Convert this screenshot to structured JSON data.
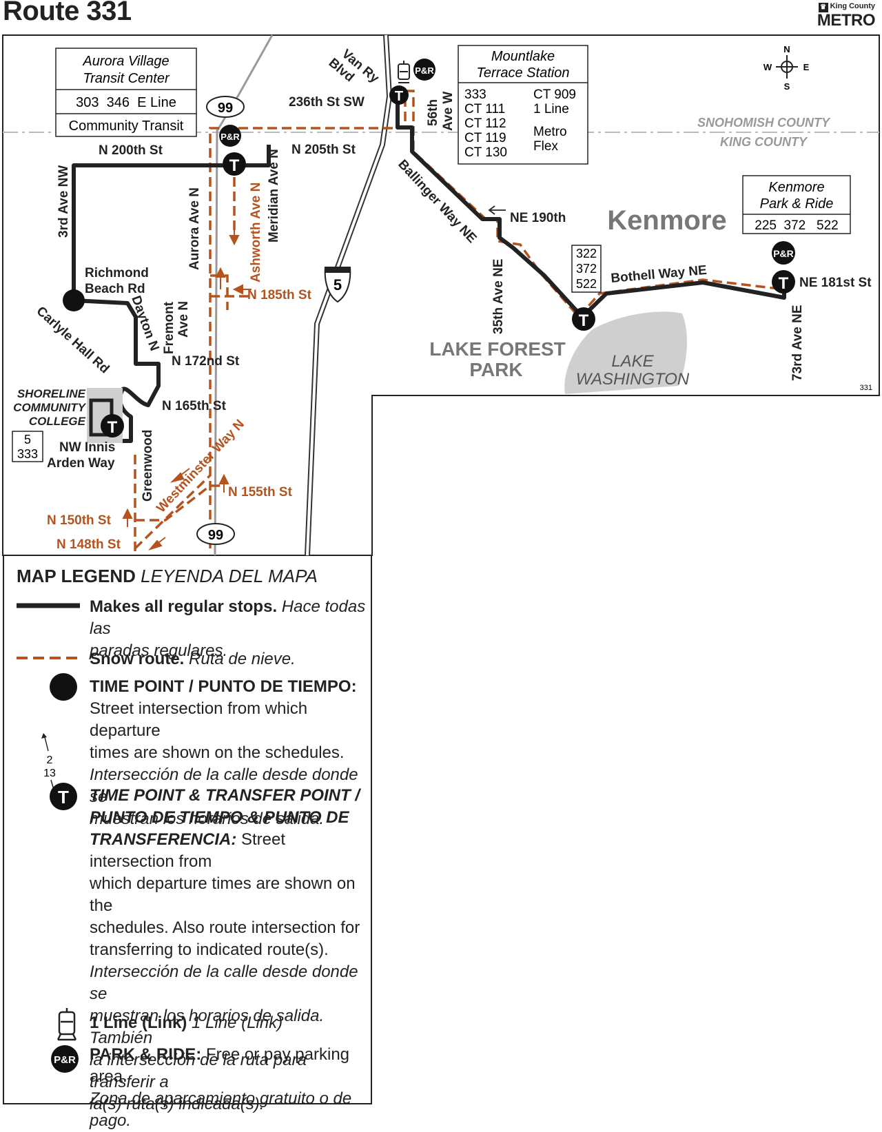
{
  "title": "Route 331",
  "logo": {
    "small": "King County",
    "big": "METRO"
  },
  "map_number": "331",
  "compass": {
    "n": "N",
    "s": "S",
    "e": "E",
    "w": "W"
  },
  "regions": {
    "snohomish": "SNOHOMISH COUNTY",
    "king": "KING COUNTY",
    "kenmore": "Kenmore",
    "lake_forest_park": [
      "LAKE FOREST",
      "PARK"
    ],
    "lake_washington": [
      "LAKE",
      "WASHINGTON"
    ]
  },
  "boxes": {
    "aurora": {
      "title": [
        "Aurora Village",
        "Transit Center"
      ],
      "routes": "303  346  E Line",
      "footer": "Community Transit"
    },
    "mountlake": {
      "title": [
        "Mountlake",
        "Terrace Station"
      ],
      "col1": [
        "333",
        "CT 111",
        "CT 112",
        "CT 119",
        "CT 130"
      ],
      "col2": [
        "CT 909",
        "1 Line",
        "",
        "Metro",
        "Flex"
      ]
    },
    "kenmore_pr": {
      "title": [
        "Kenmore",
        "Park & Ride"
      ],
      "routes": "225  372   522"
    },
    "bothell": [
      "322",
      "372",
      "522"
    ],
    "shoreline": [
      "5",
      "333"
    ]
  },
  "streets": {
    "n200": "N 200th St",
    "n205": "N 205th St",
    "s236": "236th St SW",
    "vanry": [
      "Van Ry",
      "Blvd"
    ],
    "ave56": [
      "56th",
      "Ave W"
    ],
    "third": "3rd Ave NW",
    "aurora": "Aurora Ave N",
    "ashworth": "Ashworth Ave N",
    "meridian": "Meridian Ave N",
    "n185": "N 185th St",
    "richmond": [
      "Richmond",
      "Beach Rd"
    ],
    "dayton": "Dayton N",
    "fremont": [
      "Fremont",
      "Ave N"
    ],
    "n172": "N 172nd St",
    "carlyle": "Carlyle Hall Rd",
    "n165": "N 165th St",
    "shoreline_cc": [
      "SHORELINE",
      "COMMUNITY",
      "COLLEGE"
    ],
    "innis": [
      "NW Innis",
      "Arden Way"
    ],
    "greenwood": "Greenwood",
    "westminster": "Westminster Way N",
    "n155": "N 155th St",
    "n150": "N 150th St",
    "n148": "N 148th St",
    "ballinger": "Ballinger Way NE",
    "ne190": "NE 190th",
    "ave35": "35th Ave NE",
    "bothell_way": "Bothell Way NE",
    "ne181": "NE 181st St",
    "ave73": "73rd Ave NE"
  },
  "shields": {
    "sr99_top": "99",
    "sr99_bottom": "99",
    "i5": "5"
  },
  "markers": {
    "transfer": "T",
    "pr": "P&R"
  },
  "colors": {
    "route": "#222222",
    "snow": "#b5531f",
    "lake": "#cccccc",
    "road": "#999999"
  },
  "legend": {
    "title": "MAP LEGEND",
    "title_es": "LEYENDA DEL MAPA",
    "regular": {
      "label": "Makes all regular stops.",
      "es": [
        "Hace todas las",
        "paradas regulares."
      ]
    },
    "snow": {
      "label": "Snow route.",
      "es": "Ruta de nieve."
    },
    "timepoint": {
      "label": "TIME POINT / PUNTO DE TIEMPO:",
      "desc": [
        "Street intersection from which departure",
        "times are shown on the schedules."
      ],
      "es": [
        "Intersección de la calle desde donde se",
        "muestran los horarios de salida."
      ]
    },
    "arrow_sample": [
      "2",
      "13"
    ],
    "transfer": {
      "label": [
        "TIME POINT & TRANSFER POINT /",
        "PUNTO DE TIEMPO & PUNTO DE",
        "TRANSFERENCIA:"
      ],
      "desc_first": "Street intersection from",
      "desc": [
        "which departure times are shown on the",
        "schedules. Also route intersection for",
        "transferring to indicated route(s)."
      ],
      "es": [
        "Intersección de la calle desde donde se",
        "muestran los horarios de salida. También",
        "la intersección de la ruta para transferir a",
        "la(s) ruta(s) indicada(s)."
      ]
    },
    "link": {
      "label": "1 Line (Link)",
      "es": "1 Line (Link)"
    },
    "pr": {
      "label": "PARK & RIDE:",
      "desc": "Free or pay parking area.",
      "es": "Zona de aparcamiento gratuito o de pago."
    }
  }
}
